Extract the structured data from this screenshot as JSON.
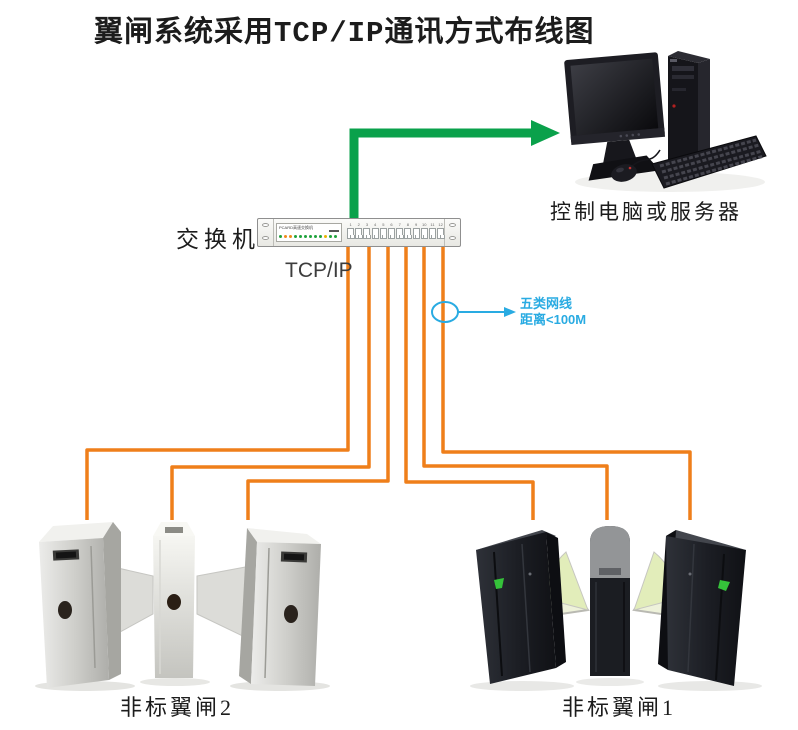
{
  "title": {
    "part1": "翼闸系统采用",
    "part2": "TCP/IP",
    "part3": "通讯方式布线图"
  },
  "switch": {
    "label": "交换机",
    "panel_text": "PCARD高速交换机",
    "port_numbers": [
      "1",
      "2",
      "3",
      "4",
      "5",
      "6",
      "7",
      "8",
      "9",
      "10",
      "11",
      "12"
    ],
    "led_colors": [
      "#1fa33c",
      "#ef8b1a",
      "#ef8b1a",
      "#1fa33c",
      "#1fa33c",
      "#1fa33c",
      "#1fa33c",
      "#1fa33c",
      "#1fa33c",
      "#e8b400",
      "#1fa33c",
      "#1fa33c"
    ]
  },
  "protocol_label": "TCP/IP",
  "computer": {
    "label": "控制电脑或服务器"
  },
  "cable_note": {
    "line1": "五类网线",
    "line2": "距离<100M"
  },
  "gates": {
    "left_label": "非标翼闸2",
    "right_label": "非标翼闸1"
  },
  "colors": {
    "cable_orange": "#EF7F1A",
    "arrow_green": "#0AA14B",
    "note_blue": "#29ABE2"
  }
}
